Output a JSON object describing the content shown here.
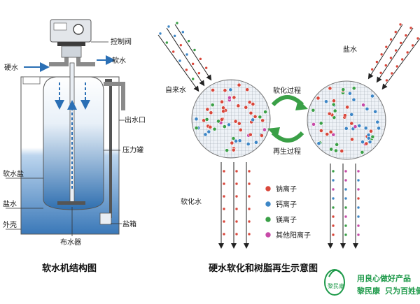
{
  "left_diagram": {
    "labels": {
      "control_valve": "控制阀",
      "hard_water": "硬水",
      "soft_water": "软水",
      "outlet": "出水口",
      "pressure_tank": "压力罐",
      "salt_box": "软水盐",
      "salt_water": "盐水",
      "shell": "外壳",
      "brine": "盐箱",
      "distributor": "布水器"
    },
    "title": "软水机结构图"
  },
  "right_diagram": {
    "labels": {
      "tap_water": "自来水",
      "brine": "盐水",
      "softening": "软化过程",
      "regeneration": "再生过程",
      "soft_water": "软化水"
    },
    "legend": [
      {
        "label": "钠离子",
        "color": "#d9473b"
      },
      {
        "label": "钙离子",
        "color": "#3d86c6"
      },
      {
        "label": "镁离子",
        "color": "#3aa047"
      },
      {
        "label": "其他阳离子",
        "color": "#c74aa8"
      }
    ],
    "title": "硬水软化和树脂再生示意图"
  },
  "brand": {
    "slogan1": "用良心做好产品",
    "name": "黎民康",
    "slogan2": "只为百姓健康!",
    "logo_text": "黎民康",
    "accent": "#1e9a4a"
  }
}
